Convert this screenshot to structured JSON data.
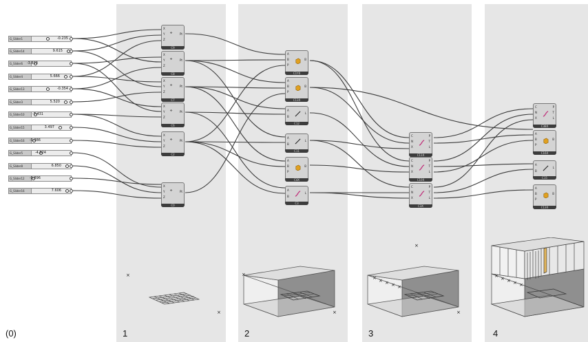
{
  "panel_labels": [
    "(0)",
    "1",
    "2",
    "3",
    "4"
  ],
  "sliders": [
    {
      "name": "G_Slider1",
      "value": "-0.235"
    },
    {
      "name": "G_Slider14",
      "value": "9.615"
    },
    {
      "name": "G_Slider6",
      "value": "-3.823"
    },
    {
      "name": "G_Slider4",
      "value": "5.666"
    },
    {
      "name": "G_Slider13",
      "value": "-0.354"
    },
    {
      "name": "G_Slider3",
      "value": "5.520"
    },
    {
      "name": "G_Slider10",
      "value": "-7.431"
    },
    {
      "name": "G_Slider15",
      "value": "3.497"
    },
    {
      "name": "G_Slider16",
      "value": "-0.386"
    },
    {
      "name": "G_Slider5",
      "value": "-4.924"
    },
    {
      "name": "G_Slider8",
      "value": "6.850"
    },
    {
      "name": "G_Slider12",
      "value": "-9.896"
    },
    {
      "name": "G_Slider16",
      "value": "7.606"
    }
  ],
  "points": [
    {
      "label": "C9",
      "inputs": [
        "X",
        "Y",
        "Z"
      ],
      "output": "Pt"
    },
    {
      "label": "C8",
      "inputs": [
        "X",
        "Y",
        "Z"
      ],
      "output": "Pt"
    },
    {
      "label": "C7",
      "inputs": [
        "X",
        "Y",
        "Z"
      ],
      "output": "Pt"
    },
    {
      "label": "C6",
      "inputs": [
        "X",
        "Y",
        "Z"
      ],
      "output": "Pt"
    },
    {
      "label": "C2",
      "inputs": [
        "X",
        "Y",
        "Z"
      ],
      "output": "Pt"
    },
    {
      "label": "C0",
      "inputs": [
        "X",
        "Y",
        "Z"
      ],
      "output": "Pt"
    }
  ],
  "stage2": [
    {
      "label": "C1Y0",
      "inputs": [
        "A",
        "B",
        "P"
      ],
      "output": "B",
      "icon": "box-icon"
    },
    {
      "label": "C13X",
      "inputs": [
        "A",
        "B",
        "P"
      ],
      "output": "B",
      "icon": "box-icon"
    },
    {
      "label": "C12",
      "inputs": [
        "A",
        "B"
      ],
      "output": "L",
      "icon": "line-icon"
    },
    {
      "label": "C11",
      "inputs": [
        "A",
        "B"
      ],
      "output": "L",
      "icon": "line-icon"
    },
    {
      "label": "C4X",
      "inputs": [
        "A",
        "B",
        "P"
      ],
      "output": "B",
      "icon": "box-icon"
    },
    {
      "label": "C3",
      "inputs": [
        "A",
        "B"
      ],
      "output": "L",
      "icon": "curve-icon"
    }
  ],
  "stage3": [
    {
      "label": "C11X",
      "inputs": [
        "C",
        "N",
        "X"
      ],
      "outputs": [
        "P",
        "T",
        "L"
      ]
    },
    {
      "label": "C10X",
      "inputs": [
        "C",
        "N",
        "X"
      ],
      "outputs": [
        "P",
        "T",
        "L"
      ]
    },
    {
      "label": "C3X",
      "inputs": [
        "C",
        "N",
        "X"
      ],
      "outputs": [
        "P",
        "T",
        "L"
      ]
    }
  ],
  "stage4": [
    {
      "label": "C38X",
      "inputs": [
        "C",
        "N",
        "X"
      ],
      "outputs": [
        "P",
        "T",
        "L"
      ],
      "icon": "curve-icon"
    },
    {
      "label": "C16X",
      "inputs": [
        "A",
        "B",
        "P"
      ],
      "outputs": [
        "B"
      ],
      "icon": "box-icon"
    },
    {
      "label": "C15",
      "inputs": [
        "A",
        "B"
      ],
      "outputs": [
        "L"
      ],
      "icon": "line-icon"
    },
    {
      "label": "C13X",
      "inputs": [
        "A",
        "B",
        "P"
      ],
      "outputs": [
        "B"
      ],
      "icon": "box-icon"
    }
  ],
  "colors": {
    "panel": "#e6e6e6",
    "wire": "#3a3a3a",
    "node": "#d4d4d4",
    "node_caption": "#3c3c3c",
    "box_icon": "#e0a020",
    "curve_icon": "#c0307a"
  }
}
